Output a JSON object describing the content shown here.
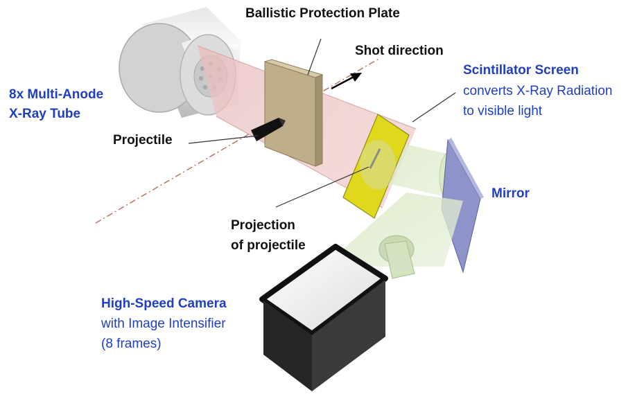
{
  "labels": {
    "plate": "Ballistic Protection Plate",
    "shot_direction": "Shot direction",
    "tube_line1": "8x Multi-Anode",
    "tube_line2": "X-Ray Tube",
    "scint_title": "Scintillator Screen",
    "scint_line1": "converts X-Ray Radiation",
    "scint_line2": "to visible light",
    "projectile": "Projectile",
    "mirror": "Mirror",
    "projection_line1": "Projection",
    "projection_line2": "of projectile",
    "camera_title": "High-Speed Camera",
    "camera_line1": "with Image Intensifier",
    "camera_line2": "(8 frames)"
  },
  "colors": {
    "label_dark": "#111111",
    "label_blue": "#1f3fbf",
    "xray_beam": "#e8b4b4",
    "light_beam": "#cfe3b8",
    "scintillator": "#e0d81c",
    "mirror": "#8e93c9",
    "plate": "#bfae8a",
    "camera_body": "#2a2a2a",
    "shot_line": "#b86a5a"
  }
}
